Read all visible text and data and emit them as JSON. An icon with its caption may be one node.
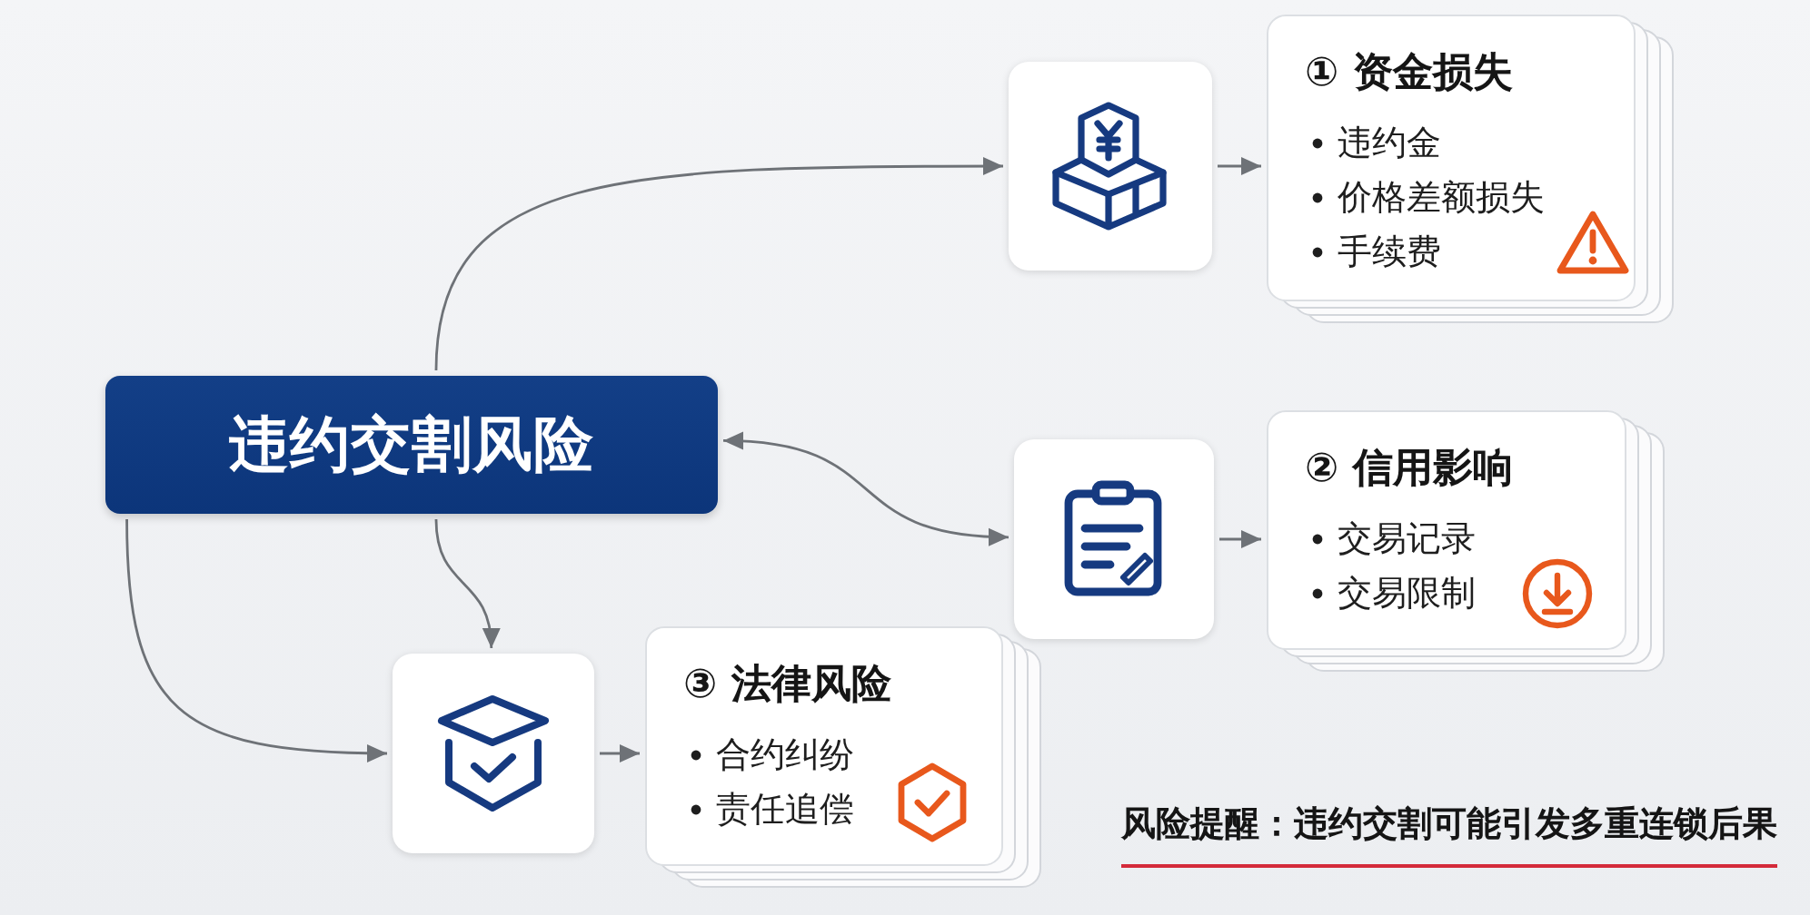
{
  "diagram": {
    "nodes": [
      {
        "text": [
          "违约交割风险"
        ]
      },
      {
        "text": [],
        "shape": "picture"
      },
      {
        "text": [
          "① 资金损失",
          "违约金",
          "价格差额损失",
          "手续费"
        ]
      },
      {
        "text": [],
        "shape": "picture"
      },
      {
        "text": [
          "② 信用影响",
          "交易记录",
          "交易限制"
        ]
      },
      {
        "text": [],
        "shape": "picture"
      },
      {
        "text": [
          "③ 法律风险",
          "合约纠纷",
          "责任追偿"
        ]
      }
    ],
    "edges": [
      {
        "from": 0,
        "to": 1,
        "arrow": "to"
      },
      {
        "from": 1,
        "to": 2,
        "arrow": "to"
      },
      {
        "from": 0,
        "to": 3,
        "arrow": "both"
      },
      {
        "from": 3,
        "to": 4,
        "arrow": "to"
      },
      {
        "from": 0,
        "to": 5,
        "arrow": "to"
      },
      {
        "from": 0,
        "to": 5,
        "arrow": "to"
      },
      {
        "from": 5,
        "to": 6,
        "arrow": "to"
      }
    ],
    "labels": [
      "风险提醒：违约交割可能引发多重连锁后果"
    ]
  }
}
